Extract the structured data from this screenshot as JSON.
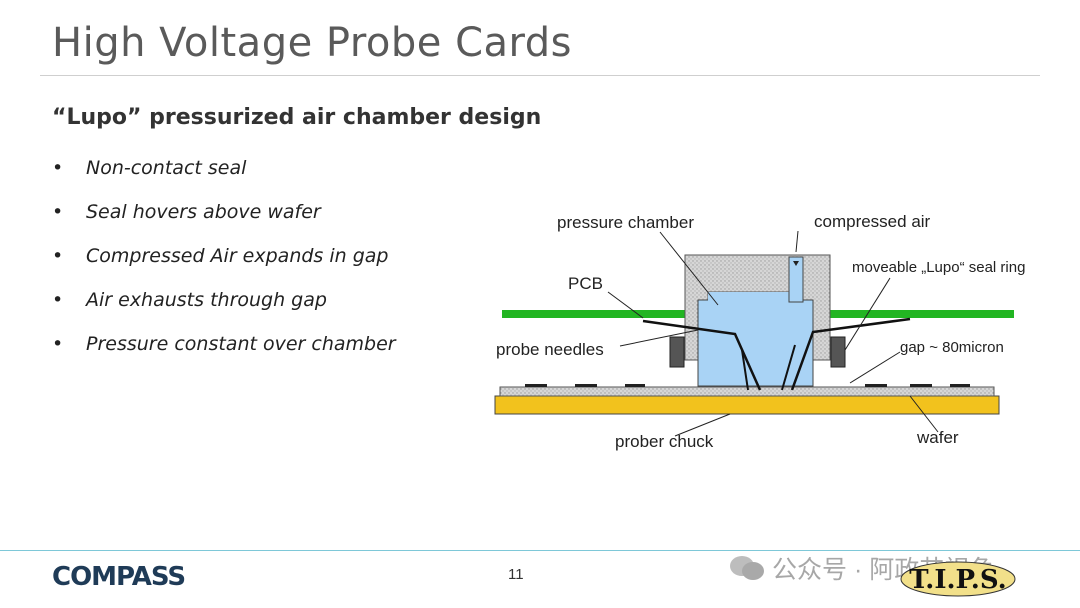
{
  "slide": {
    "title": "High Voltage Probe Cards",
    "subtitle": "“Lupo” pressurized air chamber design",
    "bullets": [
      "Non-contact seal",
      "Seal hovers above wafer",
      "Compressed Air expands in gap",
      "Air exhausts through gap",
      "Pressure constant over chamber"
    ],
    "page_number": "11"
  },
  "diagram": {
    "labels": {
      "pressure_chamber": "pressure chamber",
      "compressed_air": "compressed air",
      "pcb": "PCB",
      "seal_ring": "moveable „Lupo“ seal ring",
      "probe_needles": "probe needles",
      "gap": "gap ~ 80micron",
      "prober_chuck": "prober chuck",
      "wafer": "wafer"
    },
    "colors": {
      "pcb": "#22b522",
      "chamber": "#a9d3f5",
      "housing": "#d4d4d4",
      "chuck": "#f2c21d",
      "seal_ring": "#555555"
    }
  },
  "footer": {
    "logo": "COMPASS",
    "watermark": "公众号 · 阿政芯视角",
    "tips_logo": "T.I.P.S."
  }
}
